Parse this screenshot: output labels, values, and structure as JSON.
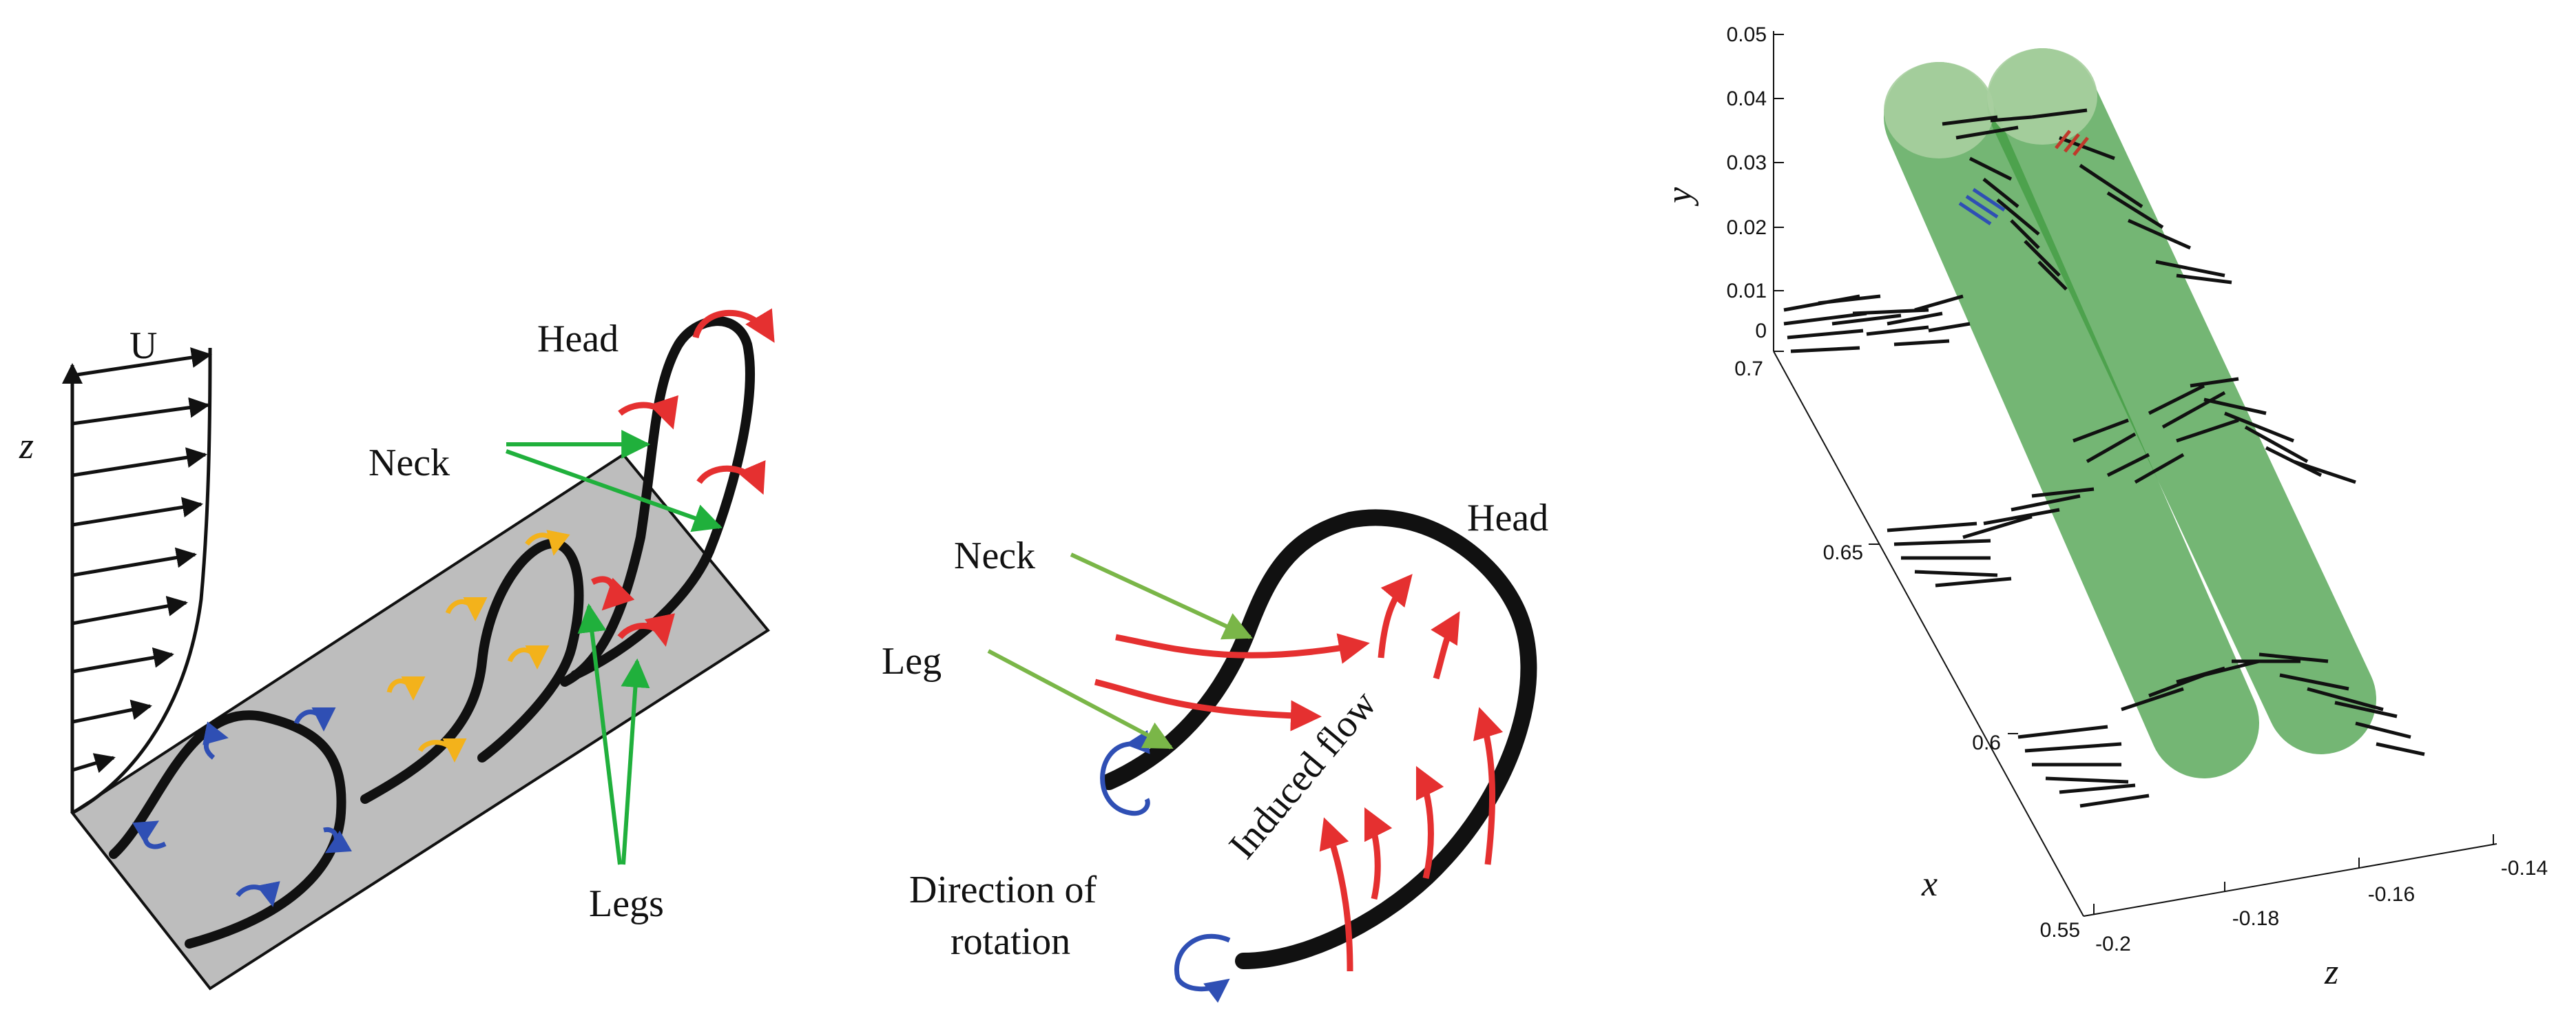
{
  "panel_a": {
    "velocity_label": "U",
    "axis_label": "z",
    "labels": {
      "head": "Head",
      "neck": "Neck",
      "legs": "Legs"
    }
  },
  "panel_b": {
    "labels": {
      "head": "Head",
      "neck": "Neck",
      "leg": "Leg",
      "induced_flow": "Induced flow",
      "rotation_line1": "Direction of",
      "rotation_line2": "rotation"
    }
  },
  "panel_c": {
    "y_axis_label": "y",
    "x_axis_label": "x",
    "z_axis_label": "z",
    "y_ticks": [
      "0.05",
      "0.04",
      "0.03",
      "0.02",
      "0.01",
      "0"
    ],
    "x_ticks": [
      "0.7",
      "0.65",
      "0.6",
      "0.55"
    ],
    "z_ticks": [
      "-0.2",
      "-0.18",
      "-0.16",
      "-0.14"
    ]
  },
  "colors": {
    "vortex_line": "#111111",
    "rotation_negative": "#2f4fb4",
    "rotation_positive": "#e53030",
    "rotation_mid": "#f3b21b",
    "pointer_arrow": "#20b03c",
    "plane_fill": "#bdbdbd",
    "tube_fill": "#3f9a3f"
  }
}
